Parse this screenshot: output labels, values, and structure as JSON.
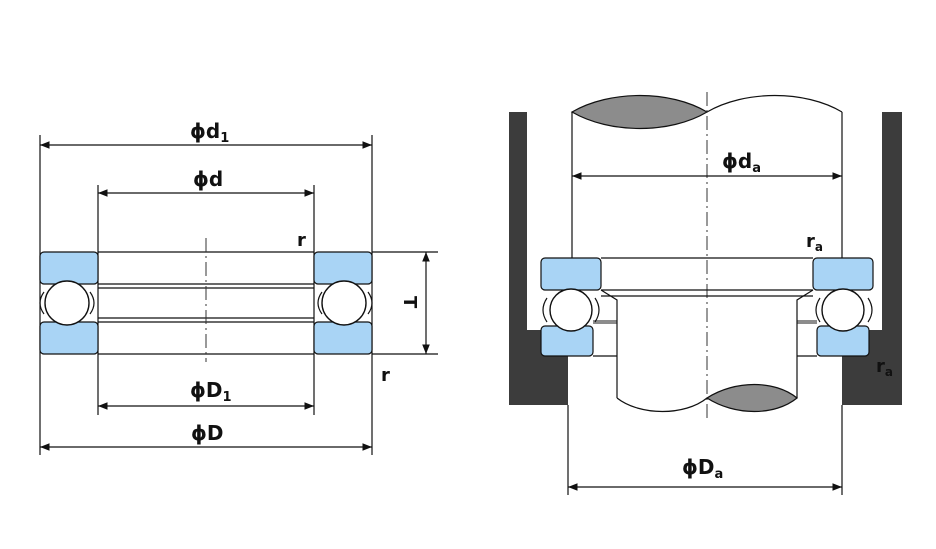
{
  "labels": {
    "d1": {
      "main": "ϕd",
      "sub": "1"
    },
    "d": {
      "main": "ϕd"
    },
    "r_top": "r",
    "T": "T",
    "D1": {
      "main": "ϕD",
      "sub": "1"
    },
    "D": {
      "main": "ϕD"
    },
    "r_bottom": "r",
    "da": {
      "main": "ϕd",
      "sub": "a"
    },
    "ra_top": {
      "main": "r",
      "sub": "a"
    },
    "ra_right": {
      "main": "r",
      "sub": "a"
    },
    "Da": {
      "main": "ϕD",
      "sub": "a"
    }
  },
  "colors": {
    "washer": "#a9d4f5",
    "housing": "#3c3c3c",
    "shaft_shade": "#8c8c8c",
    "ball": "#ffffff",
    "line": "#111111"
  }
}
